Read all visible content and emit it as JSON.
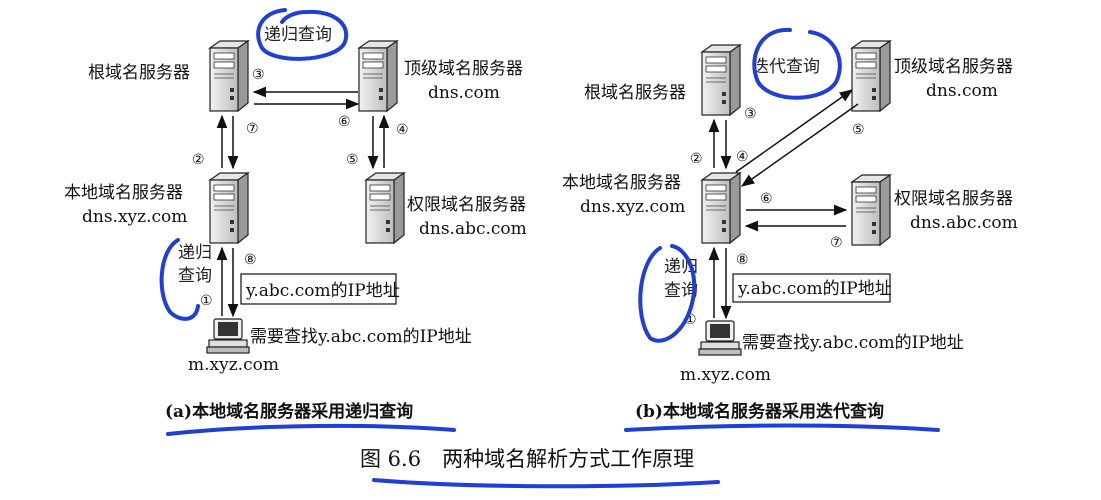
{
  "left": {
    "root_label": "根域名服务器",
    "tld_label": "顶级域名服务器",
    "tld_domain": "dns.com",
    "local_label": "本地域名服务器",
    "local_domain": "dns.xyz.com",
    "auth_label": "权限域名服务器",
    "auth_domain": "dns.abc.com",
    "annot_top": "递归查询",
    "annot_side_1": "递归",
    "annot_side_2": "查询",
    "steps": [
      "①",
      "②",
      "③",
      "④",
      "⑤",
      "⑥",
      "⑦",
      "⑧"
    ],
    "answer_box": "y.abc.com的IP地址",
    "need_text": "需要查找y.abc.com的IP地址",
    "host_domain": "m.xyz.com",
    "caption": "(a)本地域名服务器采用递归查询"
  },
  "right": {
    "root_label": "根域名服务器",
    "tld_label": "顶级域名服务器",
    "tld_domain": "dns.com",
    "local_label": "本地域名服务器",
    "local_domain": "dns.xyz.com",
    "auth_label": "权限域名服务器",
    "auth_domain": "dns.abc.com",
    "annot_top": "迭代查询",
    "annot_side_1": "递归",
    "annot_side_2": "查询",
    "steps": [
      "①",
      "②",
      "③",
      "④",
      "⑤",
      "⑥",
      "⑦",
      "⑧"
    ],
    "answer_box": "y.abc.com的IP地址",
    "need_text": "需要查找y.abc.com的IP地址",
    "host_domain": "m.xyz.com",
    "caption": "(b)本地域名服务器采用迭代查询"
  },
  "figure_caption": "图 6.6　两种域名解析方式工作原理"
}
